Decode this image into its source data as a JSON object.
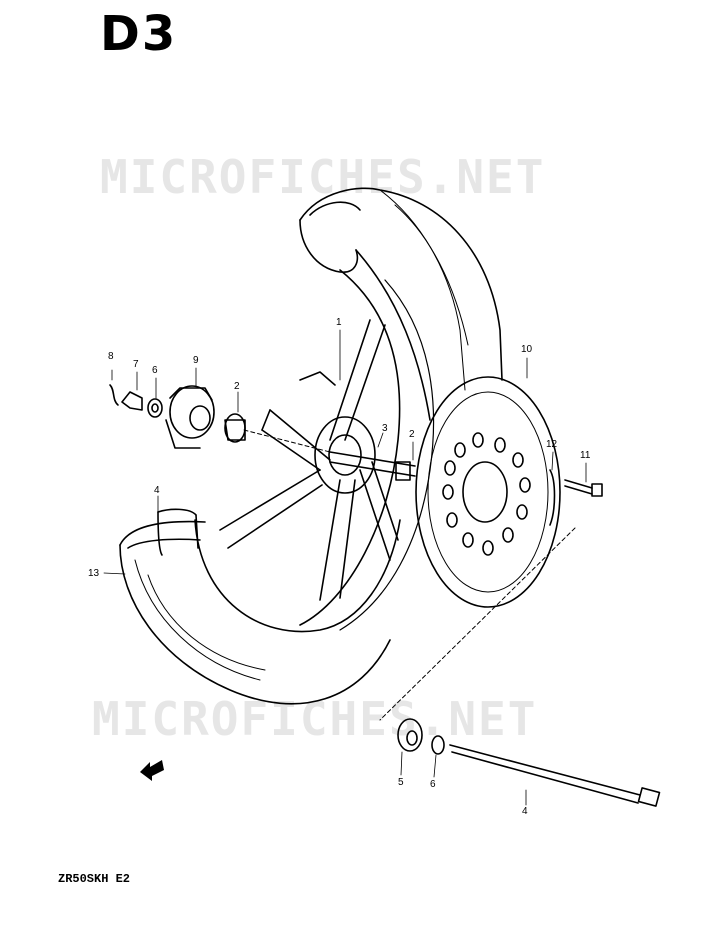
{
  "header": {
    "page_code": "D3"
  },
  "watermarks": [
    "MICROFICHES.NET",
    "MICROFICHES.NET"
  ],
  "footer": {
    "model_code": "ZR50SKH E2"
  },
  "callouts": [
    {
      "id": "c1",
      "label": "1"
    },
    {
      "id": "c2a",
      "label": "2"
    },
    {
      "id": "c2b",
      "label": "2"
    },
    {
      "id": "c3",
      "label": "3"
    },
    {
      "id": "c4a",
      "label": "4"
    },
    {
      "id": "c4b",
      "label": "4"
    },
    {
      "id": "c5",
      "label": "5"
    },
    {
      "id": "c6a",
      "label": "6"
    },
    {
      "id": "c6b",
      "label": "6"
    },
    {
      "id": "c7",
      "label": "7"
    },
    {
      "id": "c8",
      "label": "8"
    },
    {
      "id": "c9",
      "label": "9"
    },
    {
      "id": "c10",
      "label": "10"
    },
    {
      "id": "c11",
      "label": "11"
    },
    {
      "id": "c12",
      "label": "12"
    },
    {
      "id": "c13",
      "label": "13"
    }
  ],
  "colors": {
    "ink": "#000000",
    "watermark": "#e6e6e6",
    "paper": "#ffffff"
  },
  "icons": [
    "front-direction-arrow-icon"
  ]
}
